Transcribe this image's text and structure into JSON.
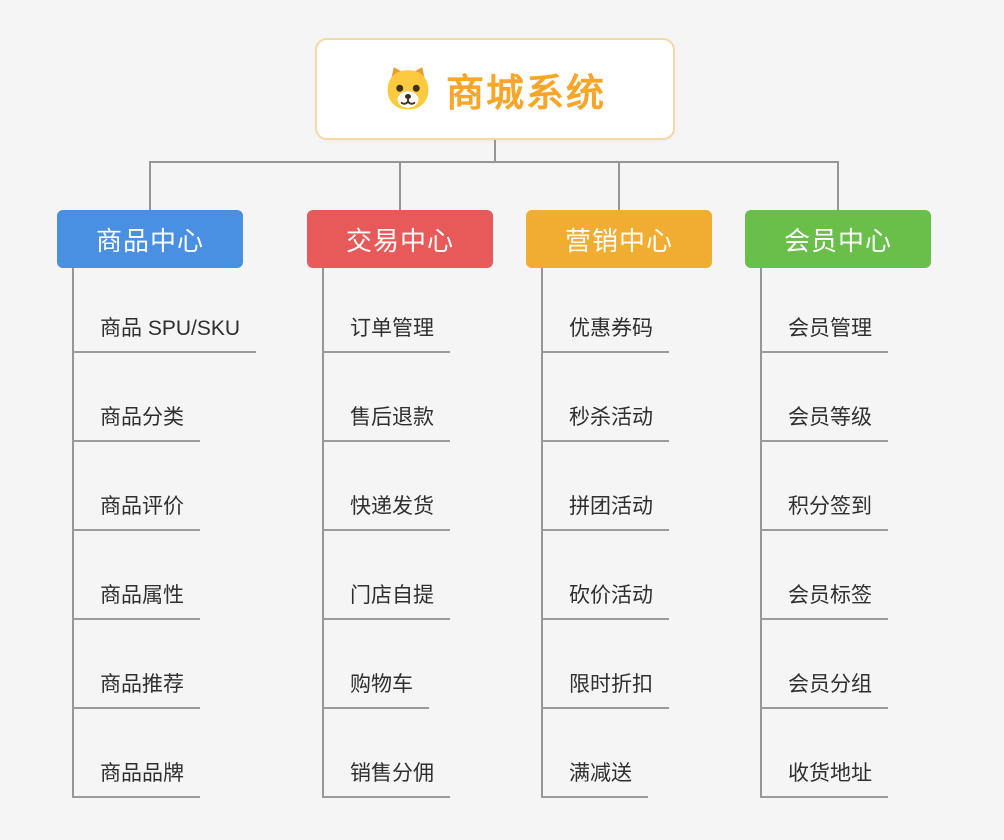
{
  "page": {
    "background_color": "#f5f5f5",
    "connector_color": "#969696"
  },
  "root": {
    "label": "商城系统",
    "color": "#f7a62a",
    "icon": "dog-face-icon"
  },
  "branches": [
    {
      "id": "product-center",
      "label": "商品中心",
      "color": "#4a90e2",
      "children": [
        "商品 SPU/SKU",
        "商品分类",
        "商品评价",
        "商品属性",
        "商品推荐",
        "商品品牌"
      ]
    },
    {
      "id": "trade-center",
      "label": "交易中心",
      "color": "#e85a5a",
      "children": [
        "订单管理",
        "售后退款",
        "快递发货",
        "门店自提",
        "购物车",
        "销售分佣"
      ]
    },
    {
      "id": "marketing-center",
      "label": "营销中心",
      "color": "#f0ad31",
      "children": [
        "优惠券码",
        "秒杀活动",
        "拼团活动",
        "砍价活动",
        "限时折扣",
        "满减送"
      ]
    },
    {
      "id": "member-center",
      "label": "会员中心",
      "color": "#6abf4b",
      "children": [
        "会员管理",
        "会员等级",
        "积分签到",
        "会员标签",
        "会员分组",
        "收货地址"
      ]
    }
  ]
}
